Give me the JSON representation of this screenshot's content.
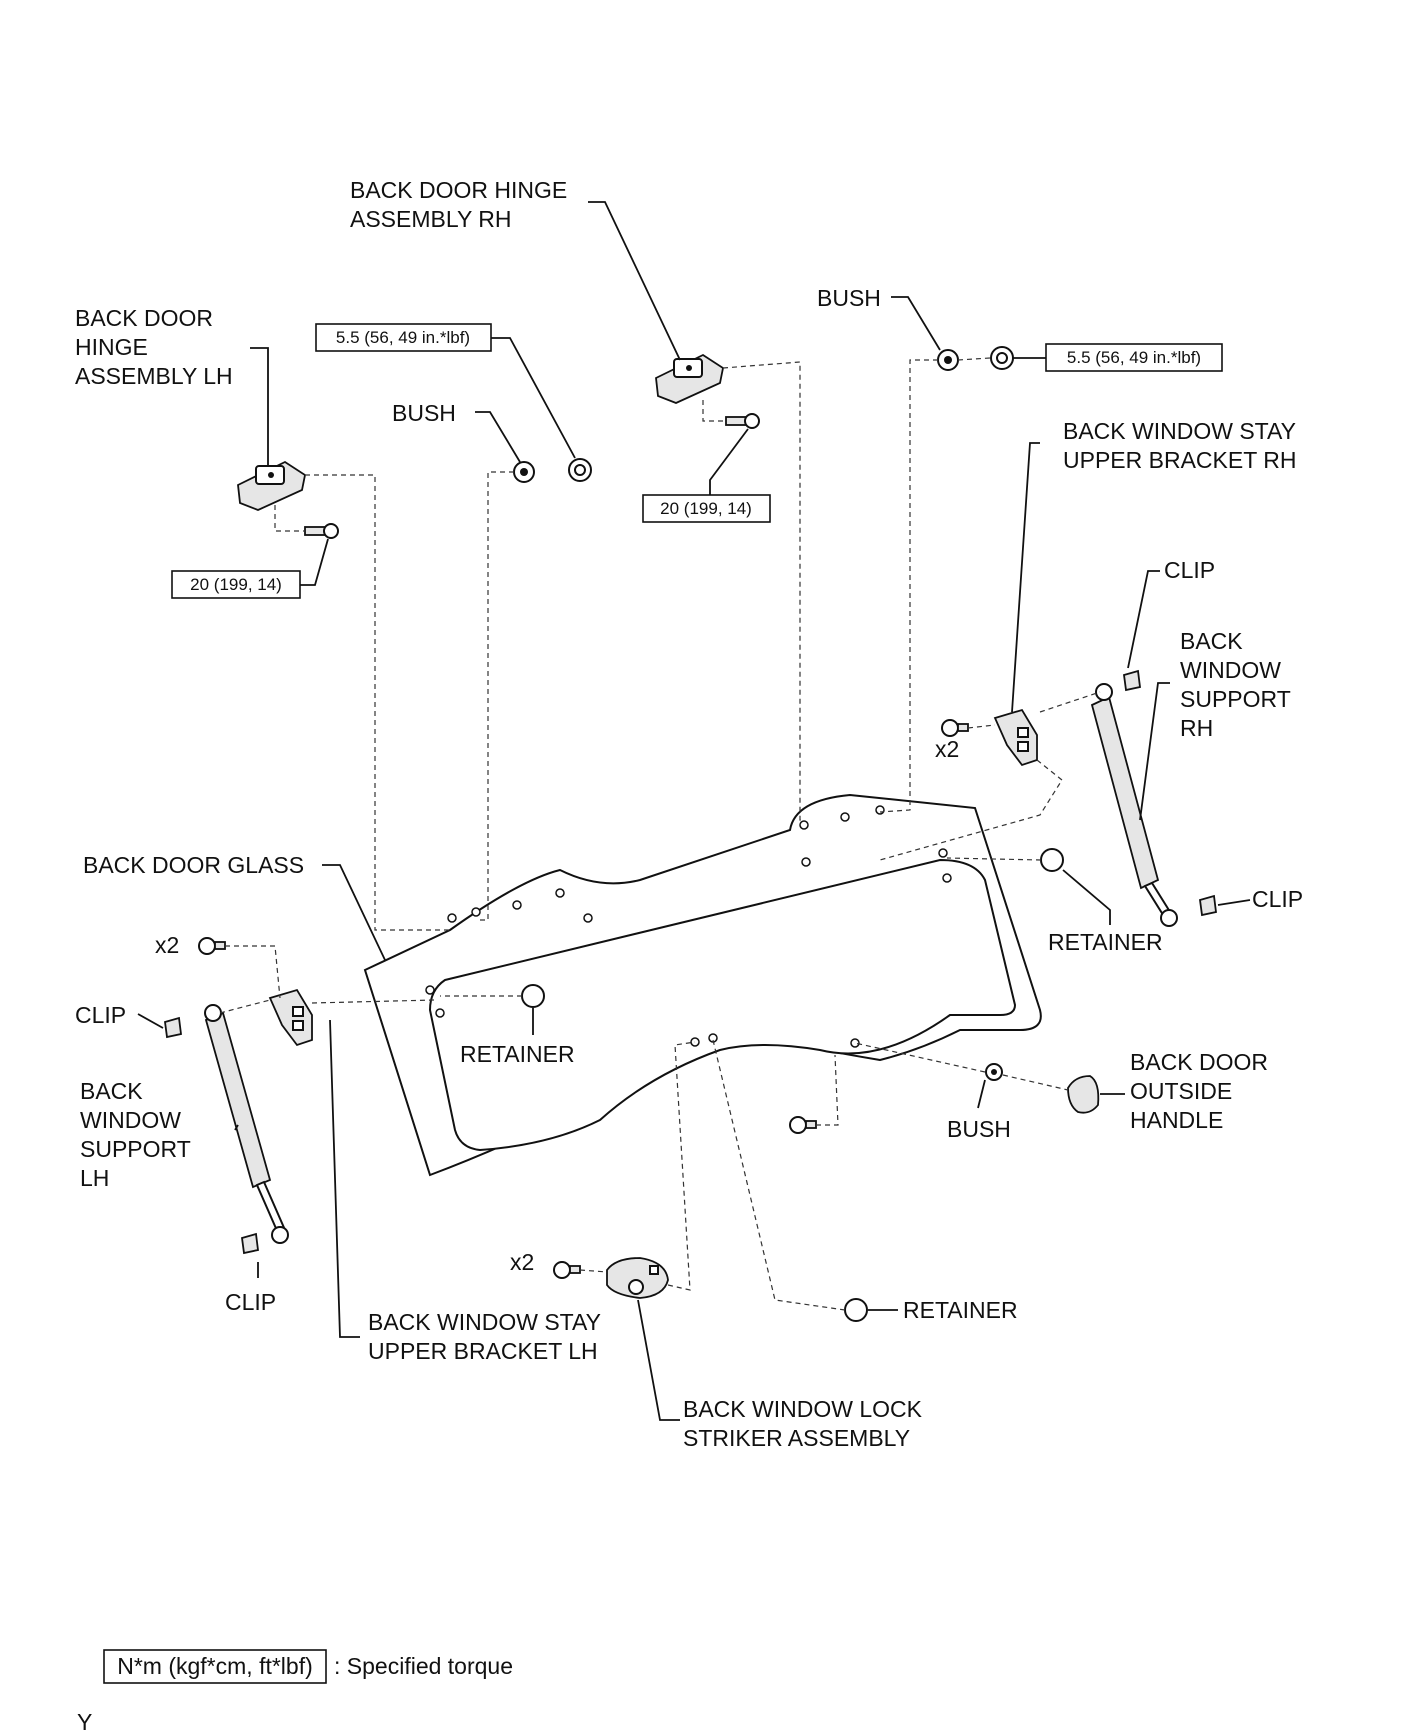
{
  "labels": {
    "hinge_rh": [
      "BACK DOOR HINGE",
      "ASSEMBLY RH"
    ],
    "hinge_lh": [
      "BACK DOOR",
      "HINGE",
      "ASSEMBLY LH"
    ],
    "bush": "BUSH",
    "stay_bracket_rh": [
      "BACK WINDOW STAY",
      "UPPER BRACKET RH"
    ],
    "stay_bracket_lh": [
      "BACK WINDOW STAY",
      "UPPER BRACKET LH"
    ],
    "clip": "CLIP",
    "support_rh": [
      "BACK",
      "WINDOW",
      "SUPPORT",
      "RH"
    ],
    "support_lh": [
      "BACK",
      "WINDOW",
      "SUPPORT",
      "LH"
    ],
    "back_door_glass": "BACK DOOR GLASS",
    "retainer": "RETAINER",
    "outside_handle": [
      "BACK DOOR",
      "OUTSIDE",
      "HANDLE"
    ],
    "lock_striker": [
      "BACK WINDOW LOCK",
      "STRIKER ASSEMBLY"
    ],
    "qty_x2": "x2"
  },
  "torques": {
    "nut_lh": "5.5 (56, 49 in.*lbf)",
    "nut_rh": "5.5 (56, 49 in.*lbf)",
    "bolt_rh": "20 (199, 14)",
    "bolt_lh": "20 (199, 14)"
  },
  "legend": {
    "unit_box": "N*m (kgf*cm, ft*lbf)",
    "text": ": Specified torque"
  },
  "code": "Y"
}
